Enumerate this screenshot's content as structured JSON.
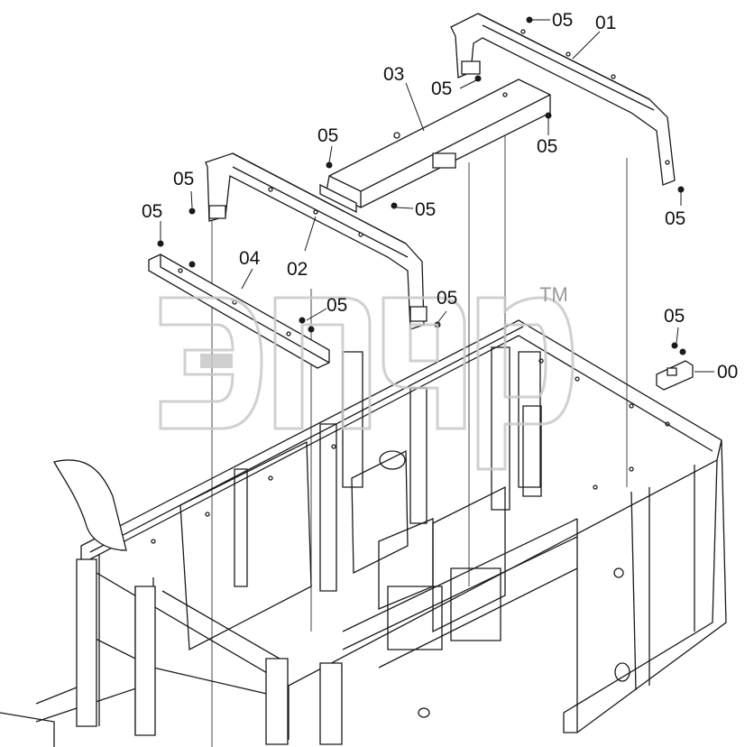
{
  "labels": {
    "part_00": "00",
    "part_01": "01",
    "part_02": "02",
    "part_03": "03",
    "part_04": "04",
    "part_05": "05"
  },
  "watermark": {
    "trademark": "TM"
  },
  "colors": {
    "line": "#1a1a1a",
    "watermark": "#c8c8c8",
    "background": "#ffffff"
  }
}
